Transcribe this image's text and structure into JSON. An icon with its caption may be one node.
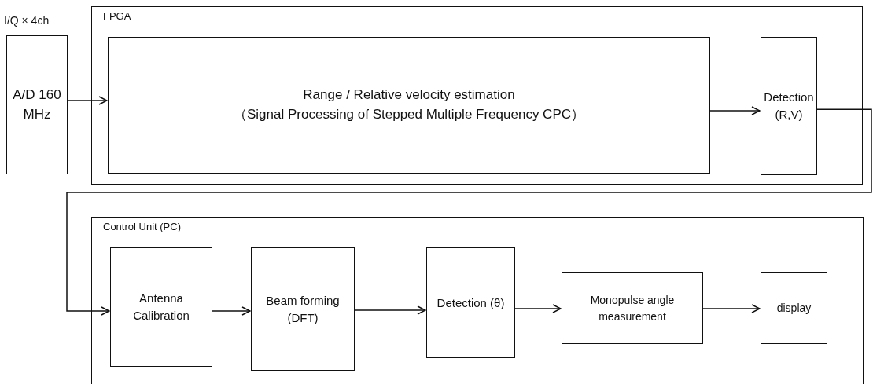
{
  "diagram": {
    "nodes": [
      {
        "text": [
          "I/Q × 4ch",
          "A/D 160 MHz"
        ]
      },
      {
        "text": [
          "FPGA"
        ]
      },
      {
        "text": [
          "Range / Relative velocity estimation",
          "（Signal Processing of Stepped Multiple Frequency CPC）"
        ],
        "in": 1
      },
      {
        "text": [
          "Detection (R,V)"
        ],
        "in": 1
      },
      {
        "text": [
          "Control Unit (PC)"
        ]
      },
      {
        "text": [
          "Antenna Calibration"
        ],
        "in": 4
      },
      {
        "text": [
          "Beam forming (DFT)"
        ],
        "in": 4
      },
      {
        "text": [
          "Detection (θ)"
        ],
        "in": 4
      },
      {
        "text": [
          "Monopulse angle measurement"
        ],
        "in": 4
      },
      {
        "text": [
          "display"
        ],
        "in": 4
      }
    ],
    "edges": [
      {
        "from": 0,
        "to": 2,
        "arrow": "to"
      },
      {
        "from": 2,
        "to": 3,
        "arrow": "to"
      },
      {
        "from": 3,
        "to": 5,
        "arrow": "to"
      },
      {
        "from": 5,
        "to": 6,
        "arrow": "to"
      },
      {
        "from": 6,
        "to": 7,
        "arrow": "to"
      },
      {
        "from": 7,
        "to": 8,
        "arrow": "to"
      },
      {
        "from": 8,
        "to": 9,
        "arrow": "to"
      }
    ]
  }
}
